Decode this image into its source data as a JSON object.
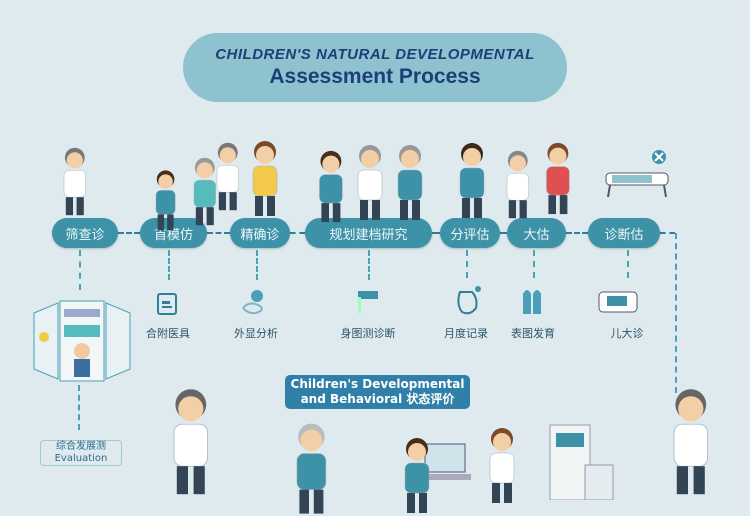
{
  "title": {
    "line1": "CHILDREN'S NATURAL DEVELOPMENTAL",
    "line2": "Assessment Process"
  },
  "steps": [
    {
      "label": "筛查诊"
    },
    {
      "label": "首模仿"
    },
    {
      "label": "精确诊"
    },
    {
      "label": "规划建档研究"
    },
    {
      "label": "分评估"
    },
    {
      "label": "大估"
    },
    {
      "label": "诊断估"
    }
  ],
  "sub_labels": [
    "合附医具",
    "外显分析",
    "身图测诊断",
    "月度记录",
    "表图发育",
    "儿大诊"
  ],
  "banner": {
    "line1": "Children's Developmental",
    "line2": "and Behavioral 状态评价"
  },
  "footnote": {
    "line1": "综合发展测",
    "line2": "Evaluation"
  },
  "colors": {
    "background": "#dfeaee",
    "pill": "#3d92a8",
    "title_pill": "#8ec2cf",
    "banner": "#2f7fa9"
  }
}
